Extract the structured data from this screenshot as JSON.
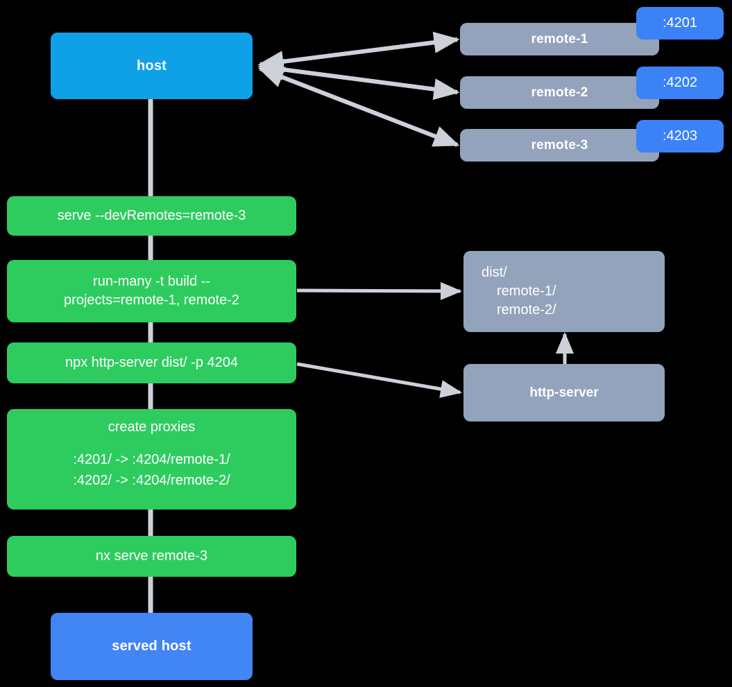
{
  "diagram": {
    "title": "Nx module federation host and remotes serve flow",
    "background_color": "#000000",
    "colors": {
      "host": "#0fa1e8",
      "served_host": "#4285f4",
      "remote": "#93a3bb",
      "command": "#2ecc5f",
      "badge": "#3b82f6",
      "edge": "#ccd1d9"
    }
  },
  "nodes": {
    "host": {
      "label": "host"
    },
    "served_host": {
      "label": "served host"
    },
    "remotes": [
      {
        "label": "remote-1",
        "port_badge": ":4201"
      },
      {
        "label": "remote-2",
        "port_badge": ":4202"
      },
      {
        "label": "remote-3",
        "port_badge": ":4203"
      }
    ],
    "commands": [
      {
        "label": "serve --devRemotes=remote-3"
      },
      {
        "label_line_1": "run-many -t build --",
        "label_line_2": "projects=remote-1, remote-2"
      },
      {
        "label": "npx http-server dist/ -p 4204"
      },
      {
        "title": "create proxies",
        "rules": [
          ":4201/ -> :4204/remote-1/",
          ":4202/ -> :4204/remote-2/"
        ]
      },
      {
        "label": "nx serve remote-3"
      }
    ],
    "dist": {
      "root": "dist/",
      "children": [
        "remote-1/",
        "remote-2/"
      ]
    },
    "http_server": {
      "label": "http-server"
    }
  },
  "edges": [
    {
      "from": "remote-1",
      "to": "host",
      "style": "arrow"
    },
    {
      "from": "remote-2",
      "to": "host",
      "style": "arrow"
    },
    {
      "from": "remote-3",
      "to": "host",
      "style": "arrow"
    },
    {
      "from": "host",
      "to": "serve-devremotes",
      "style": "line"
    },
    {
      "from": "serve-devremotes",
      "to": "run-many",
      "style": "line"
    },
    {
      "from": "run-many",
      "to": "dist",
      "style": "arrow"
    },
    {
      "from": "run-many",
      "to": "npx-http-server",
      "style": "line"
    },
    {
      "from": "npx-http-server",
      "to": "http-server",
      "style": "arrow"
    },
    {
      "from": "http-server",
      "to": "dist",
      "style": "arrow"
    },
    {
      "from": "npx-http-server",
      "to": "create-proxies",
      "style": "line"
    },
    {
      "from": "create-proxies",
      "to": "nx-serve-remote-3",
      "style": "line"
    },
    {
      "from": "nx-serve-remote-3",
      "to": "served-host",
      "style": "line"
    }
  ]
}
